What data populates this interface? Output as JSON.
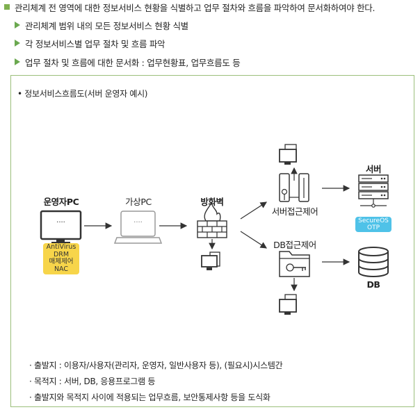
{
  "header": {
    "main": "관리체계 전 영역에 대한 정보서비스 현황을 식별하고 업무 절차와 흐름을 파악하여 문서화하여야 한다.",
    "items": [
      "관리체계 범위 내의 모든 정보서비스 현황 식별",
      "각 정보서비스별 업무 절차 및 흐름 파악",
      "업무 절차 및 흐름에 대한 문서화 : 업무현황표, 업무흐름도 등"
    ]
  },
  "diagram": {
    "title": "정보서비스흐름도(서버 운영자 예시)",
    "operator_pc": {
      "label": "운영자PC",
      "screen": "....",
      "tags": [
        "AntiVirus",
        "DRM",
        "매체제어",
        "NAC"
      ]
    },
    "virtual_pc": {
      "label": "가상PC",
      "screen": "...."
    },
    "firewall": {
      "label": "방화벽"
    },
    "server_access": {
      "label": "서버접근제어"
    },
    "db_access": {
      "label": "DB접근제어"
    },
    "server": {
      "label": "서버",
      "tags": [
        "SecureOS",
        "OTP"
      ]
    },
    "db": {
      "label": "DB"
    }
  },
  "notes": [
    "출발지 : 이용자/사용자(관리자, 운영자, 일반사용자 등), (필요시)시스템간",
    "목적지 : 서버, DB, 응용프로그램 등",
    "출발지와 목적지 사이에 적용되는 업무흐름, 보안통제사항 등을 도식화"
  ],
  "colors": {
    "green_bullet": "#7fb04f",
    "panel_border": "#9bbf7a",
    "tag_yellow": "#f7d54a",
    "tag_blue": "#4fc2e8"
  }
}
